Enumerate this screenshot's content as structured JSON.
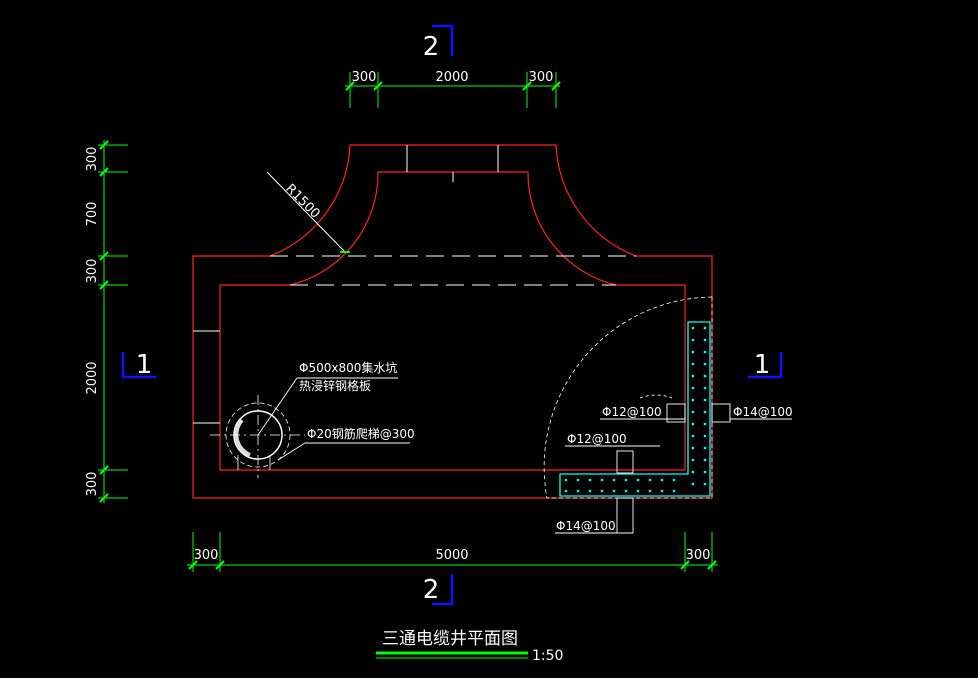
{
  "title": "三通电缆井平面图",
  "scale": "1:50",
  "section_marks": {
    "top": "2",
    "bottom": "2",
    "left": "1",
    "right": "1"
  },
  "dimensions": {
    "top": [
      "300",
      "2000",
      "300"
    ],
    "bottom": [
      "300",
      "5000",
      "300"
    ],
    "left": [
      "300",
      "700",
      "300",
      "2000",
      "300"
    ],
    "radius": "R1500"
  },
  "annotations": {
    "sump_1": "Φ500x800集水坑",
    "sump_2": "热浸锌钢格板",
    "ladder": "Φ20钢筋爬梯@300",
    "rebar_right_upper_left": "Φ12@100",
    "rebar_right_upper_right": "Φ14@100",
    "rebar_middle": "Φ12@100",
    "rebar_bottom": "Φ14@100"
  },
  "colors": {
    "background": "#000000",
    "wall_lines": "#ff2020",
    "dimension_lines": "#00ff00",
    "section_marks": "#1010ff",
    "rebar": "#00ffff",
    "text": "#ffffff"
  }
}
